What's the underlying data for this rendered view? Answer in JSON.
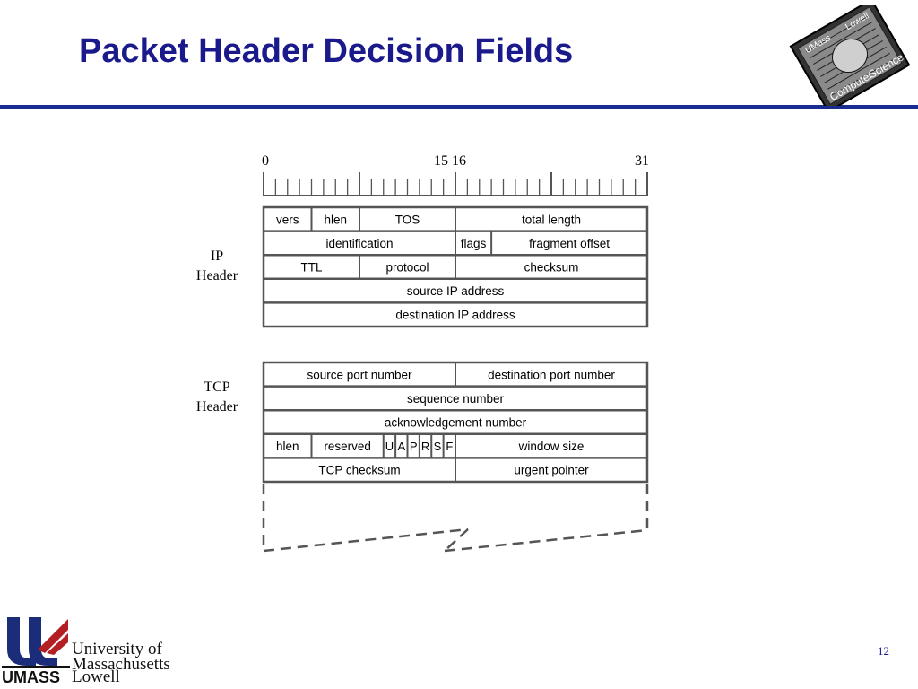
{
  "slide": {
    "title": "Packet Header Decision Fields",
    "page_number": "12"
  },
  "logo_top": {
    "line1": "UMass",
    "line2": "Lowell",
    "line3": "Computer",
    "line4": "Science"
  },
  "logo_bottom": {
    "university_line1": "University of",
    "university_line2": "Massachusetts",
    "umass": "UMASS",
    "lowell": "Lowell"
  },
  "side_labels": {
    "ip_line1": "IP",
    "ip_line2": "Header",
    "tcp_line1": "TCP",
    "tcp_line2": "Header"
  },
  "bit_ruler": {
    "labels": [
      {
        "text": "0",
        "bit": 0,
        "align": "left"
      },
      {
        "text": "15 16",
        "bit": 16,
        "align": "center"
      },
      {
        "text": "31",
        "bit": 32,
        "align": "right"
      }
    ]
  },
  "ip_header": {
    "rows": [
      [
        {
          "label": "vers",
          "bits": 4
        },
        {
          "label": "hlen",
          "bits": 4
        },
        {
          "label": "TOS",
          "bits": 8
        },
        {
          "label": "total length",
          "bits": 16
        }
      ],
      [
        {
          "label": "identification",
          "bits": 16
        },
        {
          "label": "flags",
          "bits": 3
        },
        {
          "label": "fragment offset",
          "bits": 13
        }
      ],
      [
        {
          "label": "TTL",
          "bits": 8
        },
        {
          "label": "protocol",
          "bits": 8
        },
        {
          "label": "checksum",
          "bits": 16
        }
      ],
      [
        {
          "label": "source IP address",
          "bits": 32
        }
      ],
      [
        {
          "label": "destination IP address",
          "bits": 32
        }
      ]
    ]
  },
  "tcp_header": {
    "rows": [
      [
        {
          "label": "source port number",
          "bits": 16
        },
        {
          "label": "destination port number",
          "bits": 16
        }
      ],
      [
        {
          "label": "sequence number",
          "bits": 32
        }
      ],
      [
        {
          "label": "acknowledgement number",
          "bits": 32
        }
      ],
      [
        {
          "label": "hlen",
          "bits": 4
        },
        {
          "label": "reserved",
          "bits": 6
        },
        {
          "label": "U",
          "bits": 1
        },
        {
          "label": "A",
          "bits": 1
        },
        {
          "label": "P",
          "bits": 1
        },
        {
          "label": "R",
          "bits": 1
        },
        {
          "label": "S",
          "bits": 1
        },
        {
          "label": "F",
          "bits": 1
        },
        {
          "label": "window size",
          "bits": 16
        }
      ],
      [
        {
          "label": "TCP checksum",
          "bits": 16
        },
        {
          "label": "urgent pointer",
          "bits": 16
        }
      ]
    ]
  },
  "colors": {
    "title": "#1a1a8c",
    "rule": "#1a2c8f",
    "diagram_line": "#555555",
    "page_number": "#1a1a8c"
  }
}
